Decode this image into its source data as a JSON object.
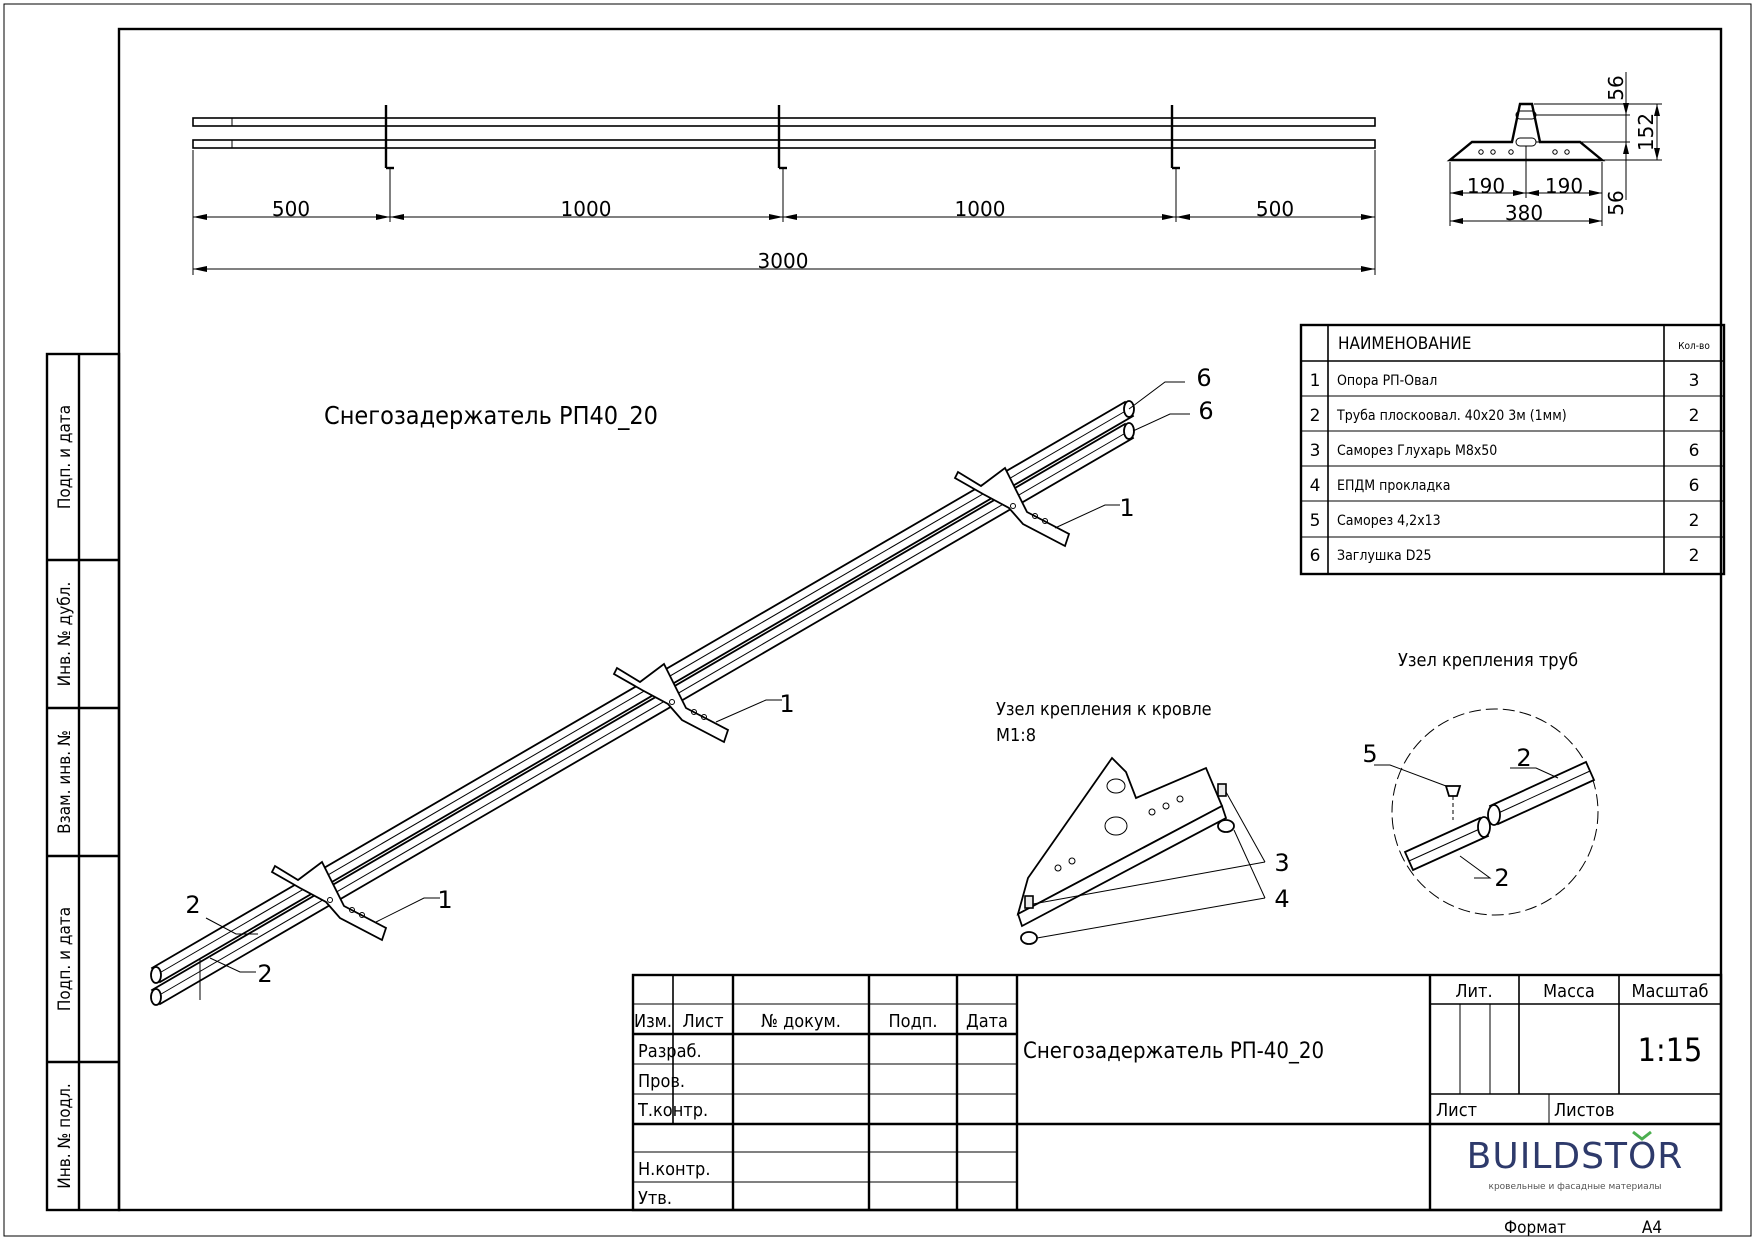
{
  "drawing": {
    "title_main": "Снегозадержатель РП40_20",
    "node_roof_title": "Узел крепления к кровле",
    "node_roof_scale": "М1:8",
    "node_pipes_title": "Узел крепления труб"
  },
  "dimensions": {
    "top": [
      "500",
      "1000",
      "1000",
      "500"
    ],
    "total": "3000",
    "bracket_width_left": "190",
    "bracket_width_right": "190",
    "bracket_total": "380",
    "height_top": "56",
    "height_total": "152",
    "height_bottom": "56"
  },
  "callouts": {
    "c6a": "6",
    "c6b": "6",
    "c1a": "1",
    "c1b": "1",
    "c1c": "1",
    "c2a": "2",
    "c2b": "2",
    "c3": "3",
    "c4": "4",
    "c5": "5",
    "c2c": "2",
    "c2d": "2"
  },
  "bom": {
    "headers": {
      "num": "",
      "name": "НАИМЕНОВАНИЕ",
      "qty": "Кол-во"
    },
    "rows": [
      {
        "num": "1",
        "name": "Опора РП-Овал",
        "qty": "3"
      },
      {
        "num": "2",
        "name": "Труба плоскоовал. 40х20 3м (1мм)",
        "qty": "2"
      },
      {
        "num": "3",
        "name": "Саморез Глухарь М8х50",
        "qty": "6"
      },
      {
        "num": "4",
        "name": "ЕПДМ прокладка",
        "qty": "6"
      },
      {
        "num": "5",
        "name": "Саморез 4,2х13",
        "qty": "2"
      },
      {
        "num": "6",
        "name": "Заглушка D25",
        "qty": "2"
      }
    ]
  },
  "side_stamp": [
    "Подп. и дата",
    "Инв. № дубл.",
    "Взам. инв. №",
    "Подп. и дата",
    "Инв. № подл."
  ],
  "title_block": {
    "col_izm": "Изм.",
    "col_list": "Лист",
    "col_doc": "№ докум.",
    "col_podp": "Подп.",
    "col_data": "Дата",
    "row_razrab": "Разраб.",
    "row_prov": "Пров.",
    "row_tkontr": "Т.контр.",
    "row_nkontr": "Н.контр.",
    "row_utv": "Утв.",
    "name": "Снегозадержатель РП-40_20",
    "lit": "Лит.",
    "massa": "Масса",
    "masshtab": "Масштаб",
    "scale": "1:15",
    "list": "Лист",
    "listov": "Листов",
    "format_label": "Формат",
    "format_value": "А4"
  },
  "logo": {
    "text": "BUILDSTOR",
    "tagline": "кровельные и фасадные материалы",
    "color": "#2e3a6b",
    "accent": "#4caf50"
  }
}
